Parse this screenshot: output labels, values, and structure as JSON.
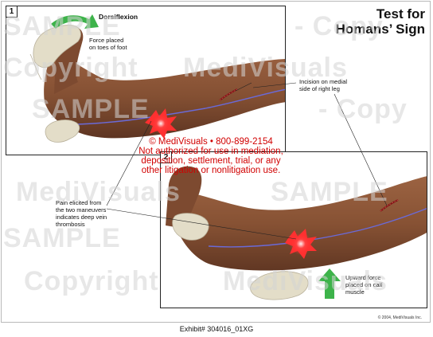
{
  "title": {
    "line1": "Test for",
    "line2": "Homans’ Sign"
  },
  "panel1": {
    "number": "1",
    "dorsiflexion_label": "Dorsiflexion",
    "force_label": [
      "Force placed",
      "on toes of foot"
    ],
    "incision_label": [
      "Incision on medial",
      "side of right leg"
    ]
  },
  "panel2": {
    "number": "2",
    "upward_label": [
      "Upward force",
      "placed on calf",
      "muscle"
    ]
  },
  "pain_label": [
    "Pain elicited from",
    "the two maneuvers",
    "indicates deep vein",
    "thrombosis"
  ],
  "notice": [
    "© MediVisuals • 800-899-2154",
    "Not authorized for use in mediation,",
    "deposition, settlement, trial, or any",
    "other litigation or nonlitigation use."
  ],
  "watermark": {
    "sample": "SAMPLE",
    "copyright": "Copyright",
    "medivisuals": "MediVisuals",
    "copy": "- Copy"
  },
  "copyright_small": "© 2004, MediVisuals Inc.",
  "exhibit": "Exhibit# 304016_01XG",
  "colors": {
    "skin": "#8a5236",
    "skin_light": "#b07a55",
    "glove": "#e3ddc8",
    "arrow_green": "#3db34a",
    "pain": "#ff2a2a",
    "vein": "#6a6ad8",
    "notice_red": "#d10000"
  }
}
